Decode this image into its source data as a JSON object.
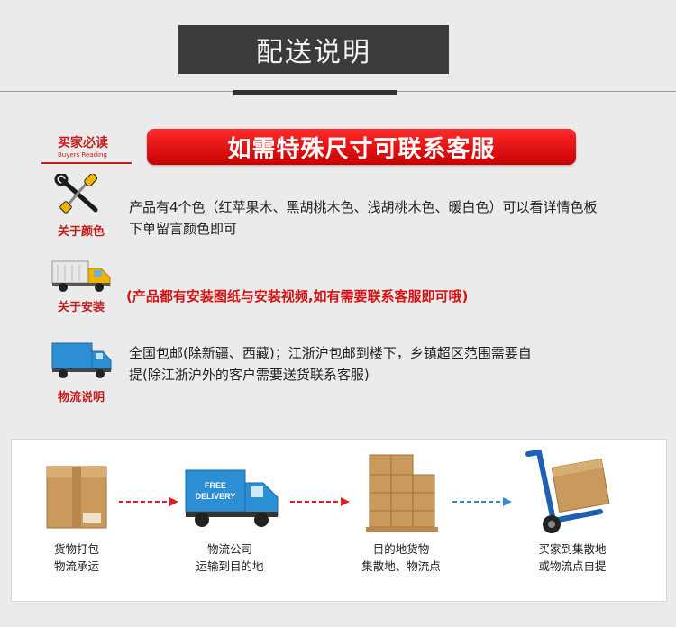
{
  "header": {
    "title": "配送说明"
  },
  "buyers_badge": {
    "cn": "买家必读",
    "en": "Buyers Reading"
  },
  "banner": {
    "text": "如需特殊尺寸可联系客服"
  },
  "sections": {
    "color": {
      "label": "关于颜色",
      "icon": "tools-icon",
      "line1": "产品有4个色（红苹果木、黑胡桃木色、浅胡桃木色、暖白色）可以看详情色板",
      "line2": "下单留言颜色即可"
    },
    "install": {
      "label": "关于安装",
      "icon": "truck-icon",
      "text": "(产品都有安装图纸与安装视频,如有需要联系客服即可哦)"
    },
    "logistics": {
      "label": "物流说明",
      "icon": "delivery-truck-icon",
      "line1": "全国包邮(除新疆、西藏)；江浙沪包邮到楼下，乡镇超区范围需要自",
      "line2": "提(除江浙沪外的客户需要送货联系客服)"
    }
  },
  "flow": {
    "steps": [
      {
        "icon": "cardboard-box-icon",
        "line1": "货物打包",
        "line2": "物流承运"
      },
      {
        "icon": "delivery-truck-icon",
        "line1": "物流公司",
        "line2": "运输到目的地",
        "truck_text1": "FREE",
        "truck_text2": "DELIVERY"
      },
      {
        "icon": "pallet-boxes-icon",
        "line1": "目的地货物",
        "line2": "集散地、物流点"
      },
      {
        "icon": "hand-truck-icon",
        "line1": "买家到集散地",
        "line2": "或物流点自提"
      }
    ],
    "arrow_colors": [
      "#e02020",
      "#e02020",
      "#2b8fd6"
    ]
  },
  "colors": {
    "accent_red": "#c41c1c",
    "banner_red": "#e00000",
    "title_bar": "#3b3b3b",
    "truck_blue": "#2b8fd6"
  }
}
